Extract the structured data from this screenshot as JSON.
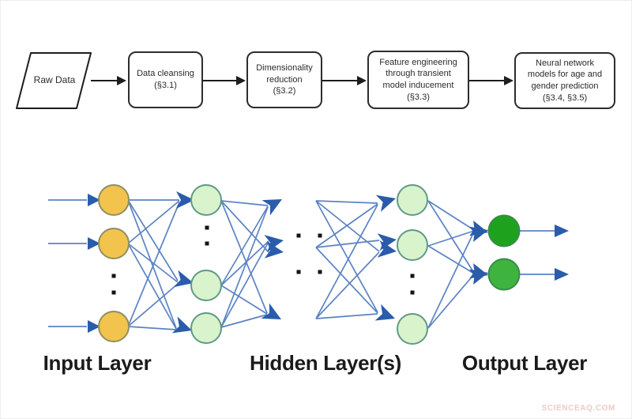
{
  "flowchart": {
    "nodes": [
      {
        "shape": "parallelogram",
        "lines": [
          "Raw Data"
        ]
      },
      {
        "shape": "rounded-rect",
        "lines": [
          "Data cleansing",
          "(§3.1)"
        ]
      },
      {
        "shape": "rounded-rect",
        "lines": [
          "Dimensionality",
          "reduction",
          "(§3.2)"
        ]
      },
      {
        "shape": "rounded-rect",
        "lines": [
          "Feature engineering",
          "through transient",
          "model inducement",
          "(§3.3)"
        ]
      },
      {
        "shape": "rounded-rect",
        "lines": [
          "Neural network",
          "models for age and",
          "gender prediction",
          "(§3.4, §3.5)"
        ]
      }
    ]
  },
  "network": {
    "labels": {
      "input": "Input Layer",
      "hidden": "Hidden Layer(s)",
      "output": "Output Layer"
    },
    "layers": [
      {
        "name": "input",
        "visible_nodes": 3,
        "ellipsis": true
      },
      {
        "name": "hidden-1",
        "visible_nodes": 3,
        "ellipsis": true
      },
      {
        "name": "hidden-more",
        "visible_nodes": 0,
        "ellipsis": true
      },
      {
        "name": "hidden-2",
        "visible_nodes": 3,
        "ellipsis": true
      },
      {
        "name": "output",
        "visible_nodes": 2,
        "ellipsis": false
      }
    ]
  },
  "watermark": {
    "text": "SCIENCEAQ.COM"
  },
  "colors": {
    "edge": "#5b83c3",
    "arrowhead": "#2a5cab",
    "flow_stroke": "#1d1d1d",
    "input_fill": "#f2c44e",
    "input_stroke": "#8f8f60",
    "hidden_fill": "#d9f3cd",
    "hidden_stroke": "#5f9a86",
    "output1_fill": "#1ea21e",
    "output2_fill": "#3eb43e",
    "output_stroke": "#3a8a4a",
    "dot": "#141414",
    "watermark": "#f0c9c9"
  }
}
